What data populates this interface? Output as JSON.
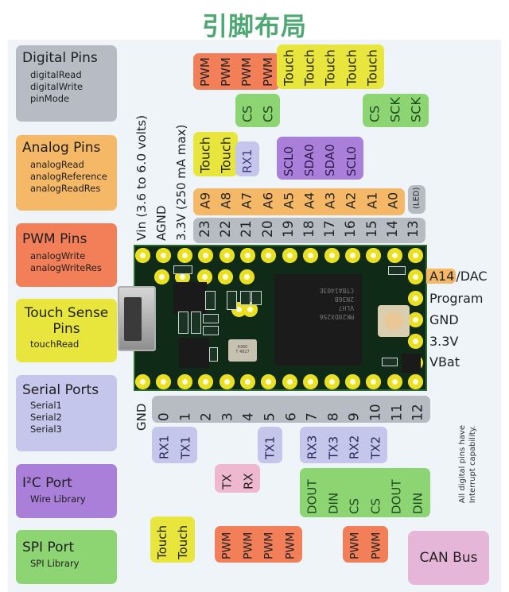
{
  "title": "引脚布局",
  "colors": {
    "title": "#4ea874",
    "digital": "#b7bcc4",
    "analog": "#f5b866",
    "pwm": "#f37f59",
    "touch": "#e8e63c",
    "serial": "#c4c6ec",
    "i2c": "#a97fd9",
    "spi": "#8dd472",
    "can": "#e6b6d8",
    "uart_pink": "#eeb8cf"
  },
  "legend": [
    {
      "key": "digital",
      "title": "Digital Pins",
      "subs": [
        "digitalRead",
        "digitalWrite",
        "pinMode"
      ]
    },
    {
      "key": "analog",
      "title": "Analog Pins",
      "subs": [
        "analogRead",
        "analogReference",
        "analogReadRes"
      ]
    },
    {
      "key": "pwm",
      "title": "PWM Pins",
      "subs": [
        "analogWrite",
        "analogWriteRes"
      ]
    },
    {
      "key": "touch",
      "title": "Touch Sense Pins",
      "subs": [
        "touchRead"
      ]
    },
    {
      "key": "serial",
      "title": "Serial Ports",
      "subs": [
        "Serial1",
        "Serial2",
        "Serial3"
      ]
    },
    {
      "key": "i2c",
      "title": "I²C Port",
      "subs": [
        "Wire Library"
      ]
    },
    {
      "key": "spi",
      "title": "SPI Port",
      "subs": [
        "SPI Library"
      ]
    }
  ],
  "top_power_labels": [
    "Vin  (3.6 to 6.0 volts)",
    "AGND",
    "3.3V (250 mA max)"
  ],
  "top_pins": [
    "23",
    "22",
    "21",
    "20",
    "19",
    "18",
    "17",
    "16",
    "15",
    "14",
    "13"
  ],
  "top_analog": [
    "A9",
    "A8",
    "A7",
    "A6",
    "A5",
    "A4",
    "A3",
    "A2",
    "A1",
    "A0"
  ],
  "led_label": "(LED)",
  "top_pwm": [
    "PWM",
    "PWM",
    "PWM",
    "PWM"
  ],
  "top_touch_right": [
    "Touch",
    "Touch",
    "Touch",
    "Touch",
    "Touch"
  ],
  "top_spi_left": [
    "CS",
    "CS"
  ],
  "top_spi_right": [
    "CS",
    "SCK",
    "SCK"
  ],
  "top_touch_left": [
    "Touch",
    "Touch"
  ],
  "top_serial": [
    "RX1"
  ],
  "top_i2c": [
    "SCL0",
    "SDA0",
    "SDA0",
    "SCL0"
  ],
  "right_labels": {
    "a14": "A14",
    "dac": "/DAC",
    "program": "Program",
    "gnd": "GND",
    "v33": "3.3V",
    "vbat": "VBat"
  },
  "bottom_gnd": "GND",
  "bottom_pins": [
    "0",
    "1",
    "2",
    "3",
    "4",
    "5",
    "6",
    "7",
    "8",
    "9",
    "10",
    "11",
    "12"
  ],
  "bottom_serial_a": [
    "RX1",
    "TX1"
  ],
  "bottom_serial_b": [
    "TX1"
  ],
  "bottom_serial_c": [
    "RX3",
    "TX3",
    "RX2",
    "TX2"
  ],
  "bottom_uart": [
    "TX",
    "RX"
  ],
  "bottom_spi": [
    "DOUT",
    "DIN",
    "CS",
    "CS",
    "DOUT",
    "DIN"
  ],
  "bottom_touch": [
    "Touch",
    "Touch"
  ],
  "bottom_pwm_a": [
    "PWM",
    "PWM",
    "PWM",
    "PWM"
  ],
  "bottom_pwm_b": [
    "PWM",
    "PWM"
  ],
  "interrupt_note": [
    "All digital pins have",
    "Interrupt capability."
  ],
  "can_bus": "CAN Bus",
  "chip_marking": [
    "MK20DX256",
    "VLH7",
    "2N36B",
    "CTBA1403E"
  ],
  "crystal_marking": [
    "6360",
    "T 4827"
  ]
}
